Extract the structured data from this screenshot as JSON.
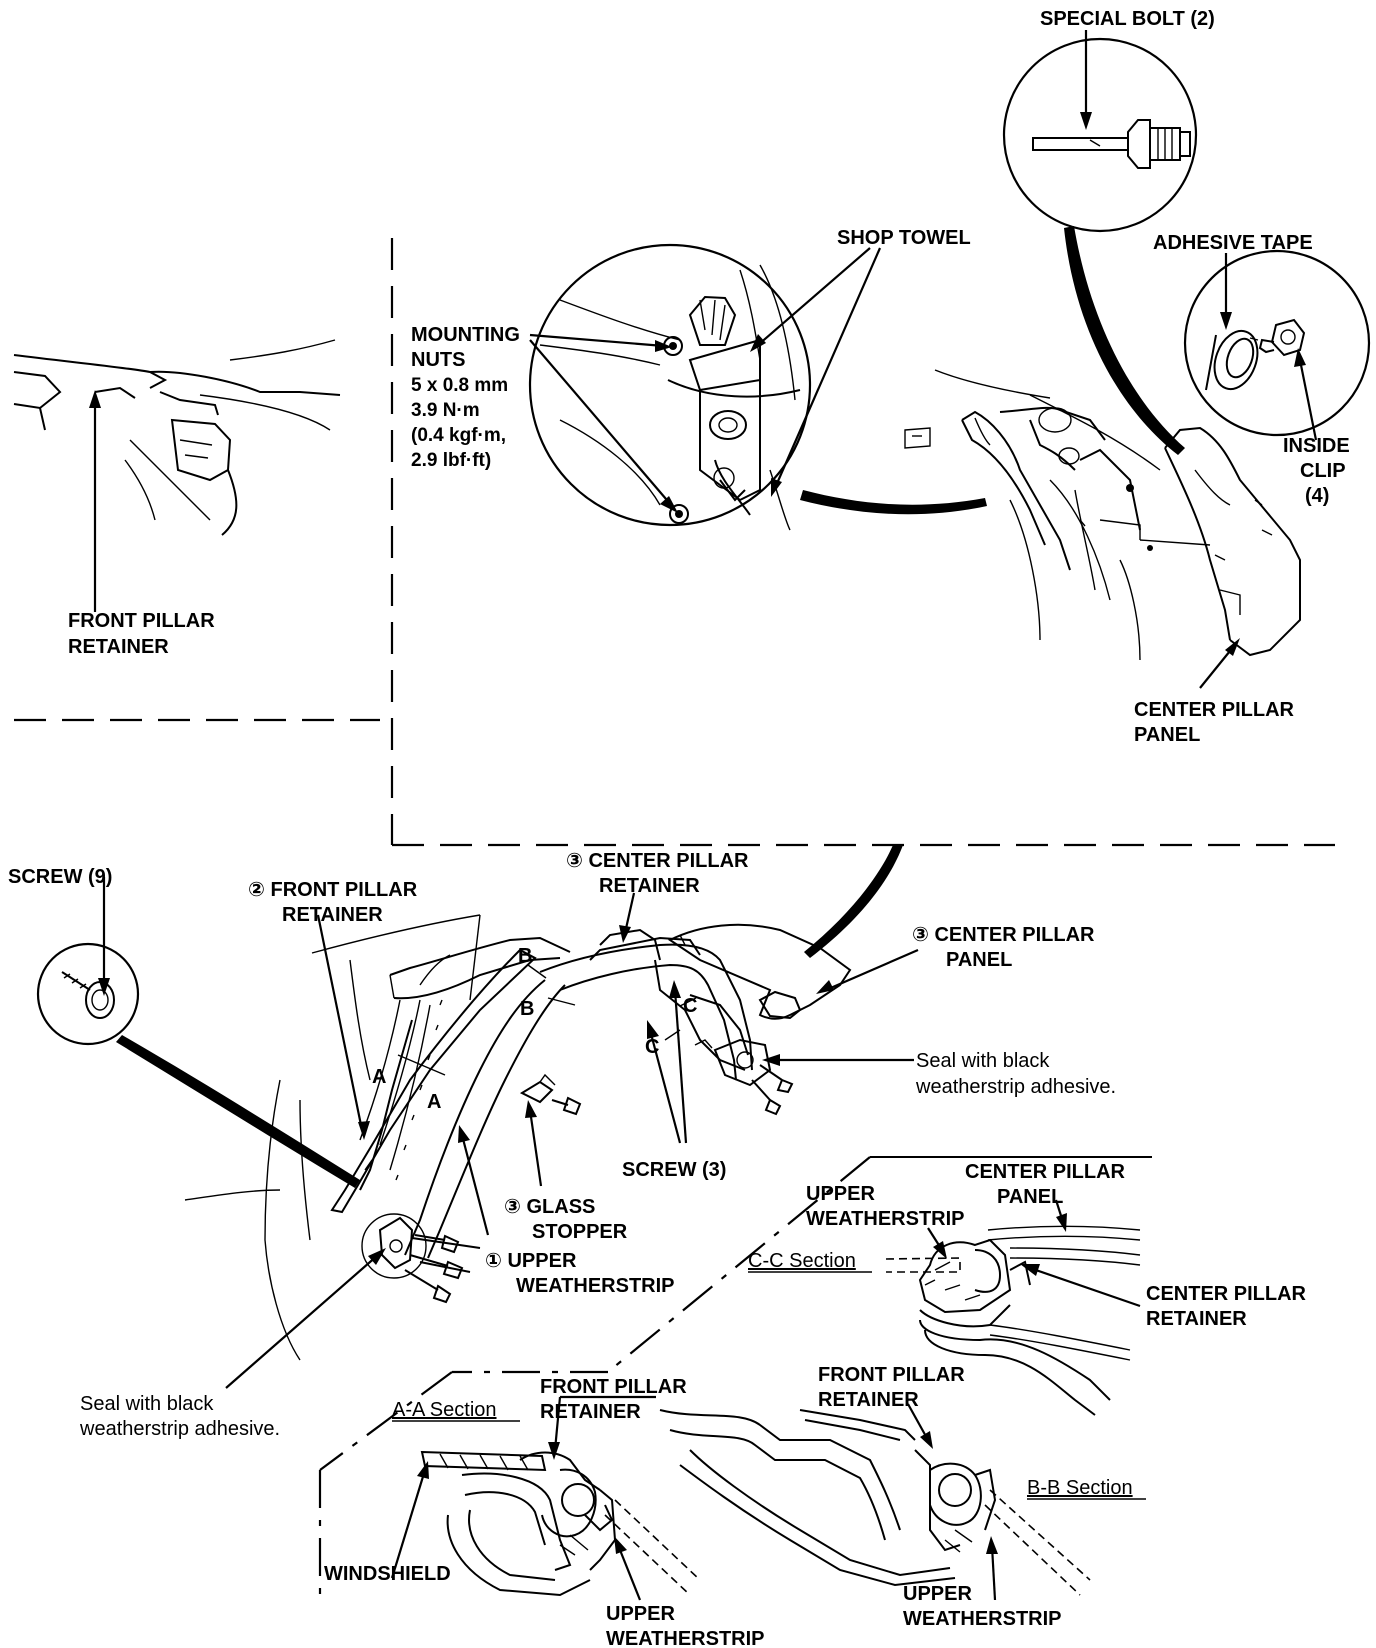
{
  "labels": {
    "special_bolt": "SPECIAL BOLT (2)",
    "shop_towel": "SHOP TOWEL",
    "adhesive_tape": "ADHESIVE TAPE",
    "mounting_nuts": [
      "MOUNTING",
      "NUTS",
      "5 x 0.8 mm",
      "3.9 N·m",
      "(0.4 kgf·m,",
      "2.9 lbf·ft)"
    ],
    "inside_clip": [
      "INSIDE",
      "CLIP",
      "(4)"
    ],
    "front_pillar_retainer_top": [
      "FRONT PILLAR",
      "RETAINER"
    ],
    "center_pillar_panel_top": [
      "CENTER PILLAR",
      "PANEL"
    ],
    "screw_9": "SCREW (9)",
    "front_pillar_retainer_2": [
      "② FRONT PILLAR",
      "RETAINER"
    ],
    "center_pillar_retainer_3": [
      "③ CENTER PILLAR",
      "RETAINER"
    ],
    "center_pillar_panel_3": [
      "③ CENTER PILLAR",
      "PANEL"
    ],
    "seal_right": [
      "Seal with black",
      "weatherstrip adhesive."
    ],
    "screw_3": "SCREW (3)",
    "glass_stopper": [
      "③ GLASS",
      "STOPPER"
    ],
    "upper_weatherstrip_1": [
      "① UPPER",
      "WEATHERSTRIP"
    ],
    "seal_left": [
      "Seal with black",
      "weatherstrip adhesive."
    ],
    "cc_upper_weatherstrip": [
      "UPPER",
      "WEATHERSTRIP"
    ],
    "cc_center_pillar_panel": [
      "CENTER PILLAR",
      "PANEL"
    ],
    "cc_section": "C-C Section",
    "cc_center_pillar_retainer": [
      "CENTER PILLAR",
      "RETAINER"
    ],
    "aa_section": "A-A Section",
    "aa_front_pillar_retainer": [
      "FRONT PILLAR",
      "RETAINER"
    ],
    "bb_front_pillar_retainer": [
      "FRONT PILLAR",
      "RETAINER"
    ],
    "bb_section": "B-B Section",
    "windshield": "WINDSHIELD",
    "aa_upper_weatherstrip": [
      "UPPER",
      "WEATHERSTRIP"
    ],
    "bb_upper_weatherstrip": [
      "UPPER",
      "WEATHERSTRIP"
    ],
    "marker_a": "A",
    "marker_b": "B",
    "marker_c": "C"
  }
}
